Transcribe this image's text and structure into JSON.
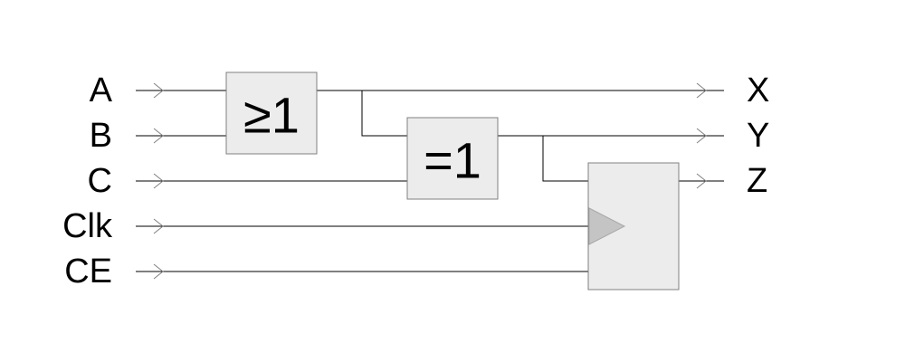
{
  "inputs": {
    "a": "A",
    "b": "B",
    "c": "C",
    "clk": "Clk",
    "ce": "CE"
  },
  "outputs": {
    "x": "X",
    "y": "Y",
    "z": "Z"
  },
  "gates": {
    "or_symbol": "≥1",
    "xor_symbol": "=1"
  },
  "colors": {
    "block_fill": "#ececec",
    "block_stroke": "#808080",
    "wire": "#000000",
    "arrow": "#808080",
    "clock_triangle": "#c4c4c4"
  }
}
